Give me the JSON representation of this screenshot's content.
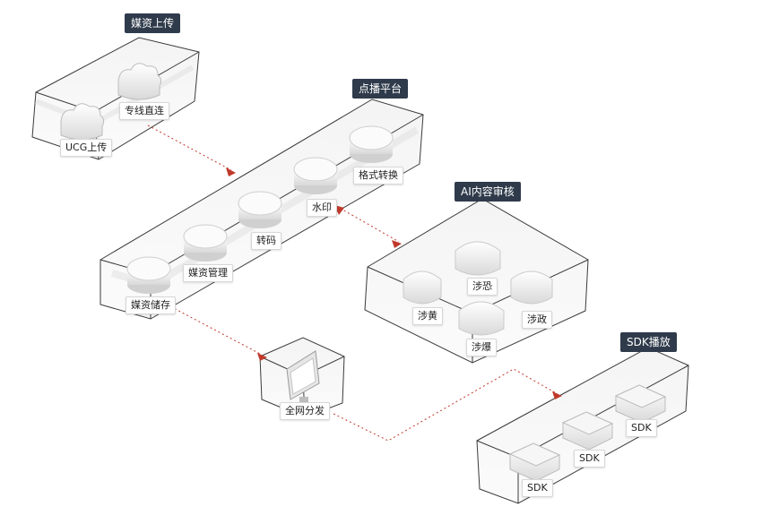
{
  "groups": {
    "upload": {
      "title": "媒资上传",
      "items": [
        "UCG上传",
        "专线直连"
      ]
    },
    "vod": {
      "title": "点播平台",
      "items": [
        "媒资储存",
        "媒资管理",
        "转码",
        "水印",
        "格式转换"
      ]
    },
    "ai": {
      "title": "AI内容审核",
      "items": [
        "涉黄",
        "涉恐",
        "涉爆",
        "涉政"
      ]
    },
    "distribute": {
      "label": "全网分发"
    },
    "sdk": {
      "title": "SDK播放",
      "items": [
        "SDK",
        "SDK",
        "SDK"
      ]
    }
  },
  "colors": {
    "tag_bg": "#2f3b4b",
    "box_line": "#3a3a3a",
    "flow": "#c0392b"
  }
}
